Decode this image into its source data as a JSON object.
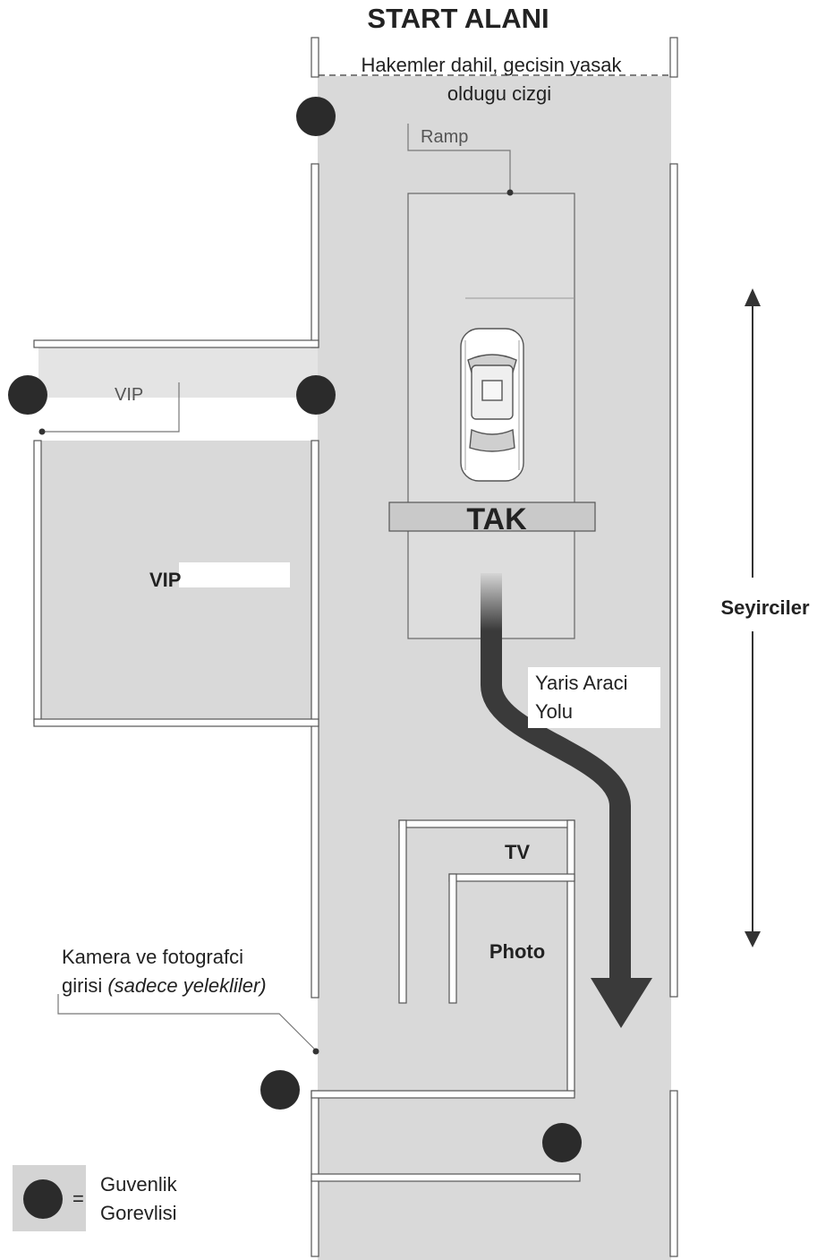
{
  "title": "START ALANI",
  "start_line_note": [
    "Hakemler dahil, gecisin yasak",
    "oldugu cizgi"
  ],
  "ramp_label": "Ramp",
  "tak_label": "TAK",
  "vip_labels": [
    "VIP",
    "VIP"
  ],
  "spectators_label": "Seyirciler",
  "race_path_label": [
    "Yaris Araci",
    "Yolu"
  ],
  "tv_label": "TV",
  "photo_label": "Photo",
  "camera_entry": {
    "line1": "Kamera ve fotografci",
    "line2_plain": "girisi ",
    "line2_italic": "(sadece yelekliler)"
  },
  "legend": {
    "equals": "=",
    "line1": "Guvenlik",
    "line2": "Gorevlisi"
  },
  "icons": {
    "security_guard": "dark-circle",
    "race_car": "car-top-view",
    "race_path_arrow": "curved-down-arrow",
    "spectator_arrow": "double-headed-vertical-arrow"
  },
  "colors": {
    "track_fill": "#d9d9d9",
    "guard_fill": "#2b2b2b",
    "line": "#555555",
    "arrow": "#3a3a3a"
  }
}
